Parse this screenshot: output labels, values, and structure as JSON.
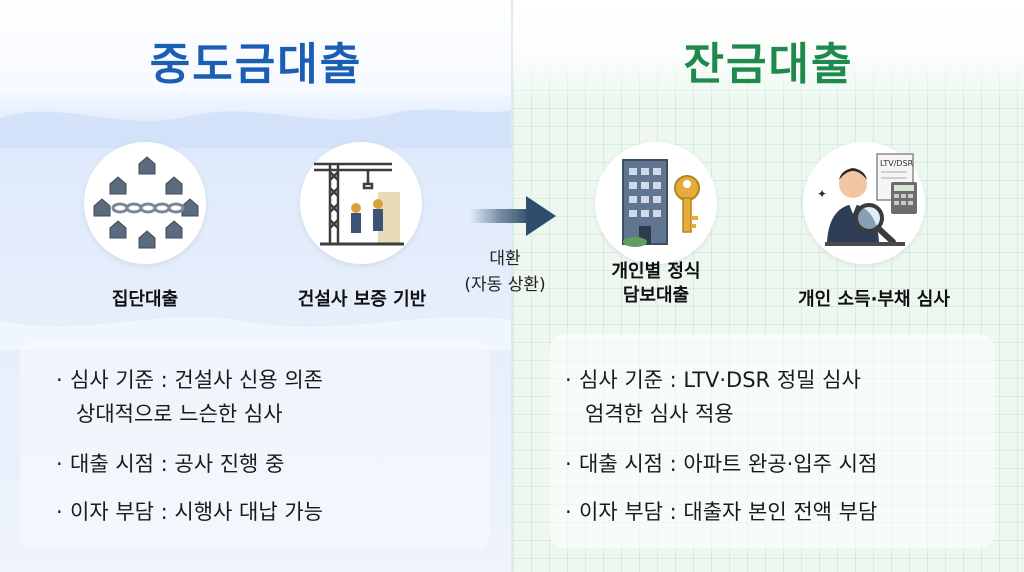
{
  "left": {
    "title": "중도금대출",
    "icons": [
      {
        "icon": "connected-houses-icon",
        "caption": "집단대출"
      },
      {
        "icon": "construction-crane-icon",
        "caption": "건설사 보증 기반"
      }
    ],
    "bullets": [
      {
        "text": "심사 기준 : 건설사 신용 의존",
        "sub": "상대적으로 느슨한 심사"
      },
      {
        "text": "대출 시점 : 공사 진행 중",
        "sub": ""
      },
      {
        "text": "이자 부담 : 시행사 대납 가능",
        "sub": ""
      }
    ]
  },
  "arrow": {
    "line1": "대환",
    "line2": "(자동 상환)"
  },
  "right": {
    "title": "잔금대출",
    "icons": [
      {
        "icon": "building-key-icon",
        "caption_line1": "개인별 정식",
        "caption_line2": "담보대출"
      },
      {
        "icon": "loan-officer-magnifier-icon",
        "caption_line1": "개인 소득·부채 심사",
        "caption_line2": "",
        "doc_label": "LTV/DSR"
      }
    ],
    "bullets": [
      {
        "text": "심사 기준 : LTV·DSR 정밀 심사",
        "sub": "엄격한 심사 적용"
      },
      {
        "text": "대출 시점 : 아파트 완공·입주 시점",
        "sub": ""
      },
      {
        "text": "이자 부담 : 대출자 본인 전액 부담",
        "sub": ""
      }
    ]
  },
  "colors": {
    "left_accent": "#1b5fb4",
    "right_accent": "#1f8a4d",
    "arrow": "#2f4e6e"
  }
}
